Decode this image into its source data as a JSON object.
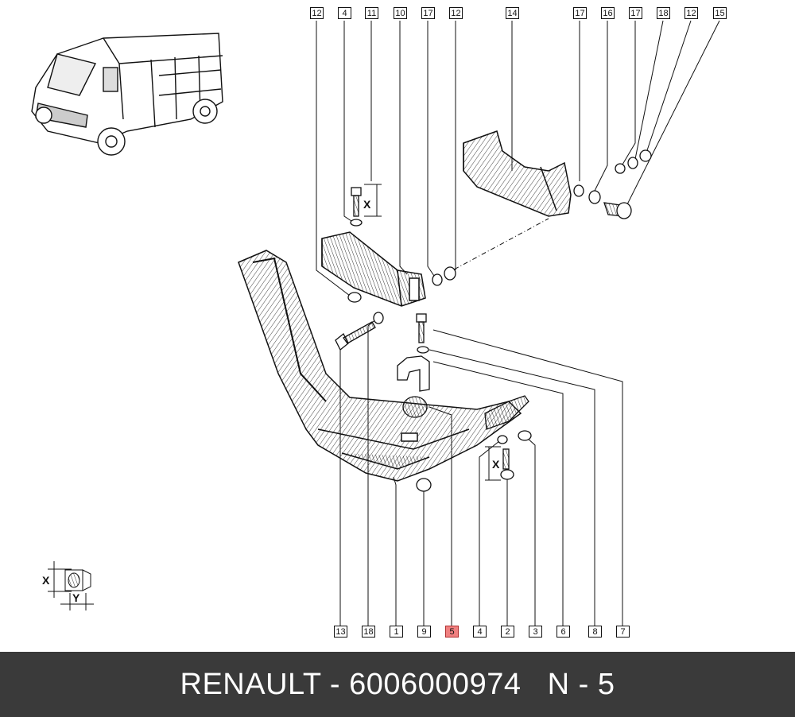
{
  "callouts_top": [
    "12",
    "4",
    "11",
    "10",
    "17",
    "12",
    "14",
    "17",
    "16",
    "17",
    "18",
    "12",
    "15"
  ],
  "callouts_bottom": [
    "13",
    "18",
    "1",
    "9",
    "5",
    "4",
    "2",
    "3",
    "6",
    "8",
    "7"
  ],
  "highlighted_callout": "5",
  "dimension_labels": {
    "x": "X",
    "y": "Y"
  },
  "footer": {
    "text": "RENAULT - 6006000974   N - 5"
  },
  "colors": {
    "highlight": "#f08080",
    "footer_bg": "#3a3a3a",
    "footer_text": "#ffffff"
  }
}
